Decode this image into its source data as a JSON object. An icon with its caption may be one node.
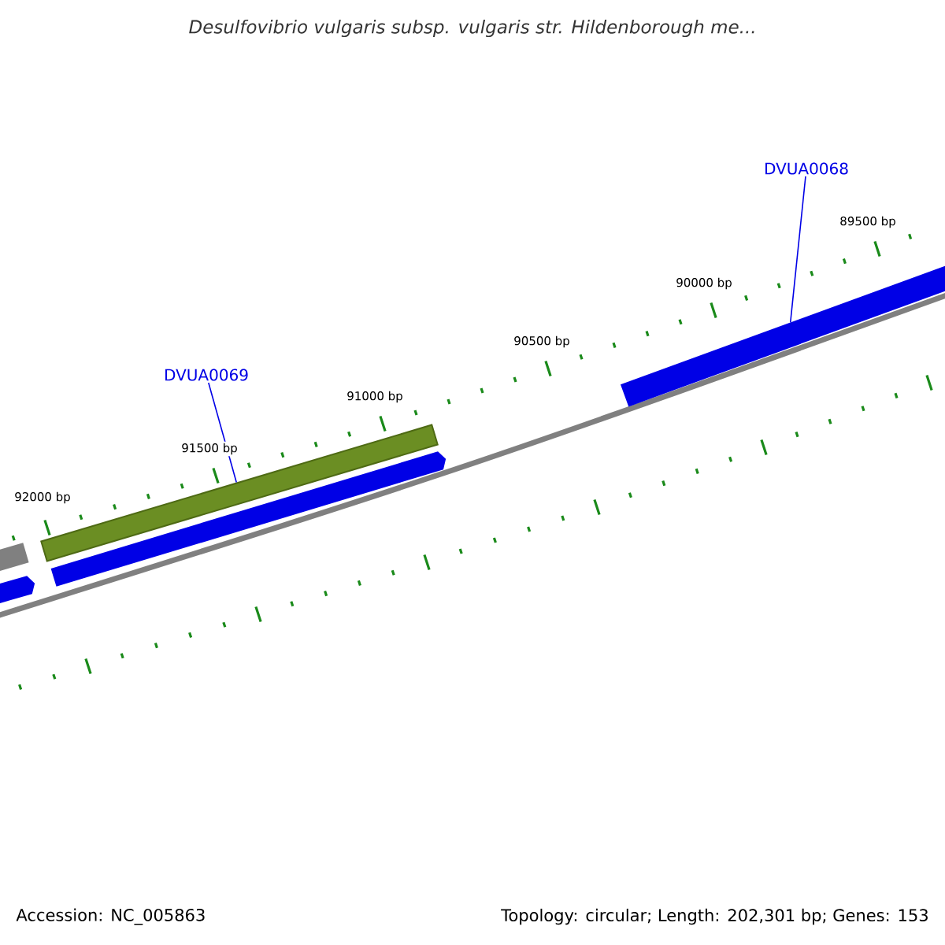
{
  "diagram": {
    "title": "Desulfovibrio vulgaris subsp. vulgaris str. Hildenborough me...",
    "nodes": [
      {
        "text": [
          "DVUA0069"
        ]
      },
      {
        "text": [],
        "shape": "bar"
      },
      {
        "text": [
          "DVUA0068"
        ]
      },
      {
        "text": [],
        "shape": "bar"
      },
      {
        "text": [],
        "shape": "bar"
      },
      {
        "text": [],
        "shape": "arrow"
      },
      {
        "text": [],
        "shape": "arrow"
      }
    ],
    "edges": [
      {
        "from": 0,
        "to": 1,
        "arrow": "none"
      },
      {
        "from": 2,
        "to": 3,
        "arrow": "none"
      }
    ],
    "labels": [
      "92000 bp",
      "91500 bp",
      "91000 bp",
      "90500 bp",
      "90000 bp",
      "89500 bp",
      "Accession: NC_005863",
      "Topology: circular; Length: 202,301 bp; Genes: 153"
    ]
  }
}
